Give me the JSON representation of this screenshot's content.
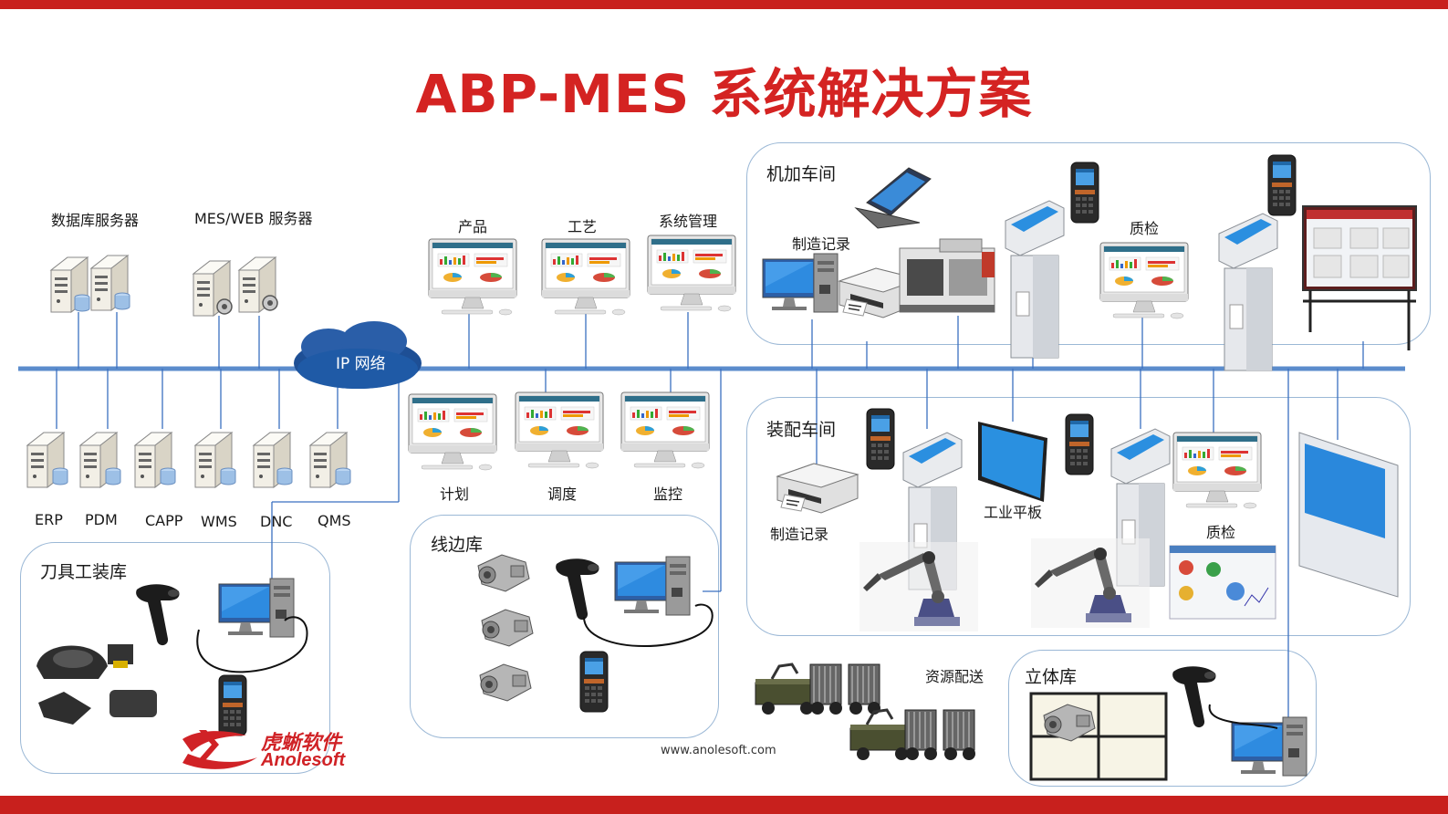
{
  "title": "ABP-MES 系统解决方案",
  "colors": {
    "accent": "#d42322",
    "bar": "#c8201d",
    "bus": "#5b8ccc",
    "zone": "#9bb8d6"
  },
  "servers_top": {
    "db": "数据库服务器",
    "web": "MES/WEB 服务器"
  },
  "network": "IP 网络",
  "systems": [
    "ERP",
    "PDM",
    "CAPP",
    "WMS",
    "DNC",
    "QMS"
  ],
  "workstations_top": [
    "产品",
    "工艺",
    "系统管理"
  ],
  "workstations_bottom": [
    "计划",
    "调度",
    "监控"
  ],
  "zones": {
    "machining": {
      "title": "机加车间",
      "record": "制造记录",
      "qc": "质检"
    },
    "assembly": {
      "title": "装配车间",
      "record": "制造记录",
      "tablet": "工业平板",
      "qc": "质检"
    },
    "tooling": {
      "title": "刀具工装库"
    },
    "lineside": {
      "title": "线边库"
    },
    "warehouse": {
      "title": "立体库"
    }
  },
  "delivery": "资源配送",
  "website": "www.anolesoft.com",
  "logo": {
    "cn": "虎蜥软件",
    "en": "Anolesoft"
  },
  "icons": [
    "server-icon",
    "monitor-icon",
    "cloud-icon",
    "scanner-icon",
    "handheld-icon",
    "laptop-icon",
    "kiosk-icon",
    "printer-icon",
    "cnc-machine-icon",
    "robot-arm-icon",
    "agv-cart-icon",
    "shelf-icon",
    "board-icon"
  ]
}
